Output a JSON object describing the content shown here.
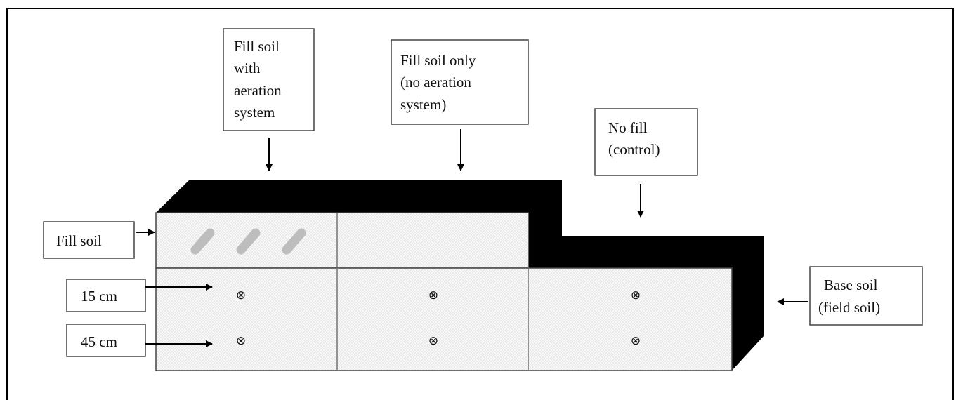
{
  "labels": {
    "fill_with_aeration": [
      "Fill soil",
      "with",
      "aeration",
      "system"
    ],
    "fill_only": [
      "Fill soil only",
      "(no aeration",
      "system)"
    ],
    "no_fill": [
      "No fill",
      "(control)"
    ],
    "fill_soil": "Fill soil",
    "depth_15": "15 cm",
    "depth_45": "45 cm",
    "base_soil": [
      "Base soil",
      "(field soil)"
    ]
  },
  "sensor_symbol": "⊗",
  "colors": {
    "block_shadow": "#000000",
    "soil_fill": "#f5f5f5",
    "soil_dots": "#cfcfcf",
    "pipe": "#c8c8c8"
  }
}
